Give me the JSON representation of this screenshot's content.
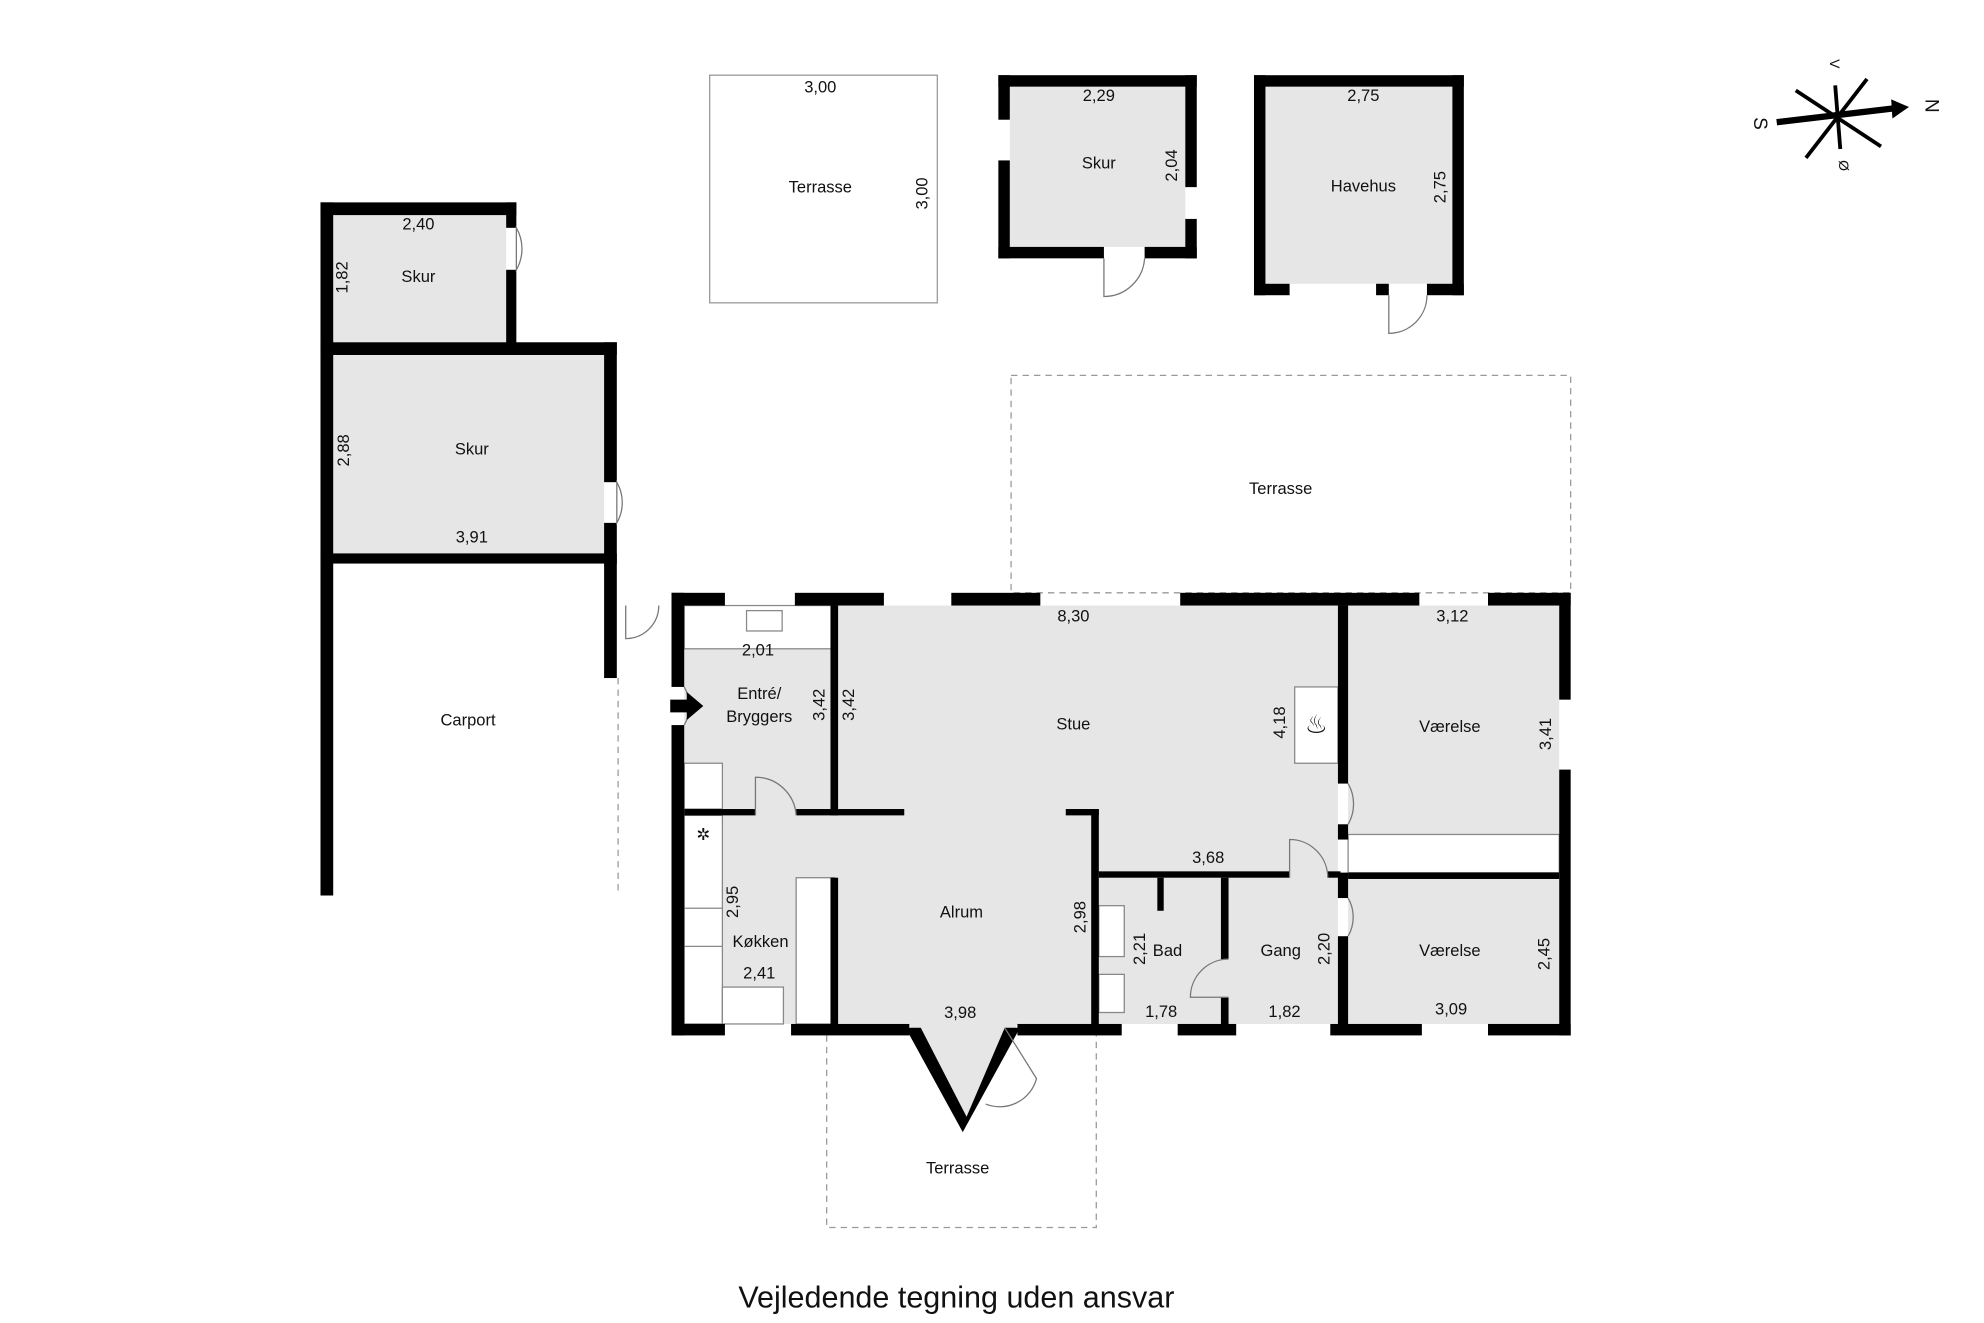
{
  "title": "Vejledende tegning uden ansvar",
  "compass": {
    "north": "N",
    "south": "S",
    "east": "Ø",
    "west": "V"
  },
  "rooms": {
    "skur_small": {
      "label": "Skur",
      "width": "2,40",
      "depth": "1,82"
    },
    "skur_large": {
      "label": "Skur",
      "width": "3,91",
      "depth": "2,88"
    },
    "carport": {
      "label": "Carport"
    },
    "terrasse_top": {
      "label": "Terrasse",
      "width": "3,00",
      "depth": "3,00"
    },
    "skur_top": {
      "label": "Skur",
      "width": "2,29",
      "depth": "2,04"
    },
    "havehus": {
      "label": "Havehus",
      "width": "2,75",
      "depth": "2,75"
    },
    "terrasse_large": {
      "label": "Terrasse"
    },
    "entre": {
      "label1": "Entré/",
      "label2": "Bryggers",
      "width": "2,01",
      "depth": "3,42"
    },
    "stue": {
      "label": "Stue",
      "width": "8,30",
      "depth": "3,42",
      "depth2": "4,18",
      "bottom": "3,68"
    },
    "vaerelse1": {
      "label": "Værelse",
      "width": "3,12",
      "depth": "3,41"
    },
    "koekken": {
      "label": "Køkken",
      "width": "2,41",
      "depth": "2,95"
    },
    "alrum": {
      "label": "Alrum",
      "width": "3,98",
      "depth": "2,98"
    },
    "bad": {
      "label": "Bad",
      "width": "1,78",
      "depth": "2,21"
    },
    "gang": {
      "label": "Gang",
      "width": "1,82",
      "depth": "2,20"
    },
    "vaerelse2": {
      "label": "Værelse",
      "width": "3,09",
      "depth": "2,45"
    },
    "terrasse_bottom": {
      "label": "Terrasse"
    }
  }
}
